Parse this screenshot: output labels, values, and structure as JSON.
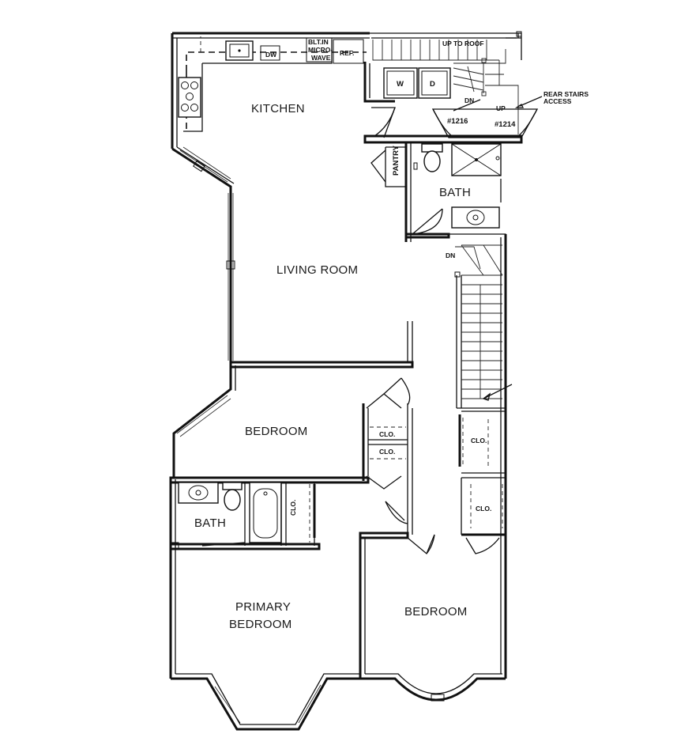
{
  "rooms": {
    "kitchen": "KITCHEN",
    "living_room": "LIVING ROOM",
    "bedroom_front": "BEDROOM",
    "bath_left": "BATH",
    "bath_right": "BATH",
    "primary_bedroom_line1": "PRIMARY",
    "primary_bedroom_line2": "BEDROOM",
    "bedroom_rear": "BEDROOM"
  },
  "fixtures": {
    "dishwasher": "DW",
    "microwave_line1": "BLT.IN",
    "microwave_line2": "MICRO-",
    "microwave_line3": "WAVE",
    "refrigerator": "REF.",
    "washer": "W",
    "dryer": "D",
    "pantry": "PANTRY"
  },
  "closets": {
    "clo_1": "CLO.",
    "clo_2": "CLO.",
    "clo_3": "CLO.",
    "clo_4": "CLO.",
    "clo_5": "CLO."
  },
  "stairs": {
    "up_to_roof": "UP TO ROOF",
    "rear_dn": "DN",
    "rear_up": "UP",
    "rear_access_line1": "REAR STAIRS",
    "rear_access_line2": "ACCESS",
    "unit_1216": "#1216",
    "unit_1214": "#1214",
    "main_dn": "DN"
  }
}
